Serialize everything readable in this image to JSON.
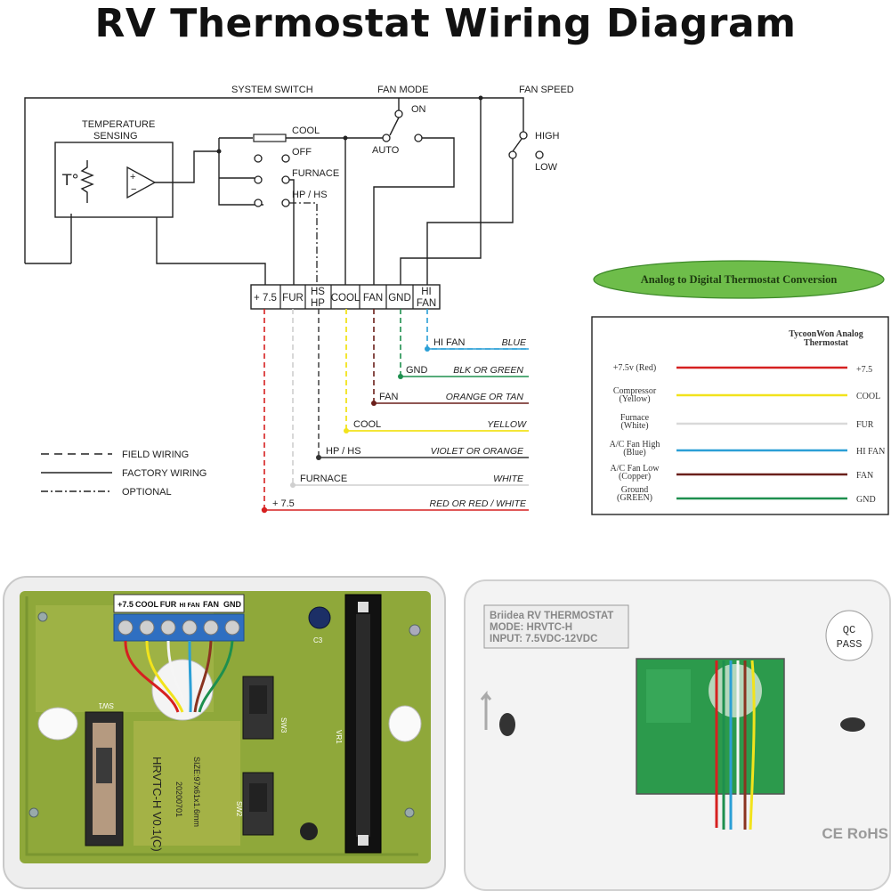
{
  "title": "RV Thermostat Wiring Diagram",
  "schematic": {
    "system_switch": "SYSTEM SWITCH",
    "fan_mode": "FAN MODE",
    "fan_speed": "FAN SPEED",
    "on": "ON",
    "auto": "AUTO",
    "high": "HIGH",
    "low": "LOW",
    "temp_sensing_1": "TEMPERATURE",
    "temp_sensing_2": "SENSING",
    "sensor_symbol": "T°",
    "cool": "COOL",
    "off": "OFF",
    "furnace": "FURNACE",
    "hp_hs": "HP / HS",
    "terminals": [
      "+ 7.5",
      "FUR",
      "HS",
      "HP",
      "COOL",
      "FAN",
      "GND",
      "HI",
      "FAN"
    ],
    "wires": [
      {
        "name": "HI   FAN",
        "color_label": "BLUE",
        "color": "#2b9fd6"
      },
      {
        "name": "GND",
        "color_label": "BLK  OR GREEN",
        "color": "#1e8f4e"
      },
      {
        "name": "FAN",
        "color_label": "ORANGE  OR  TAN",
        "color": "#6a1f1a"
      },
      {
        "name": "COOL",
        "color_label": "YELLOW",
        "color": "#f2e31c"
      },
      {
        "name": "HP / HS",
        "color_label": "VIOLET OR ORANGE",
        "color": "#333333"
      },
      {
        "name": "FURNACE",
        "color_label": "WHITE",
        "color": "#d6d6d6"
      },
      {
        "name": "+ 7.5",
        "color_label": "RED  OR  RED / WHITE",
        "color": "#d62020"
      }
    ],
    "legend": {
      "field": "FIELD WIRING",
      "factory": "FACTORY WIRING",
      "optional": "OPTIONAL"
    }
  },
  "conversion": {
    "badge": "Analog to Digital Thermostat Conversion",
    "header_1": "TycoonWon Analog",
    "header_2": "Thermostat",
    "rows": [
      {
        "left1": "+7.5v (Red)",
        "left2": "",
        "right": "+7.5",
        "color": "#d62020"
      },
      {
        "left1": "Compressor",
        "left2": "(Yellow)",
        "right": "COOL",
        "color": "#f2e31c"
      },
      {
        "left1": "Furnace",
        "left2": "(White)",
        "right": "FUR",
        "color": "#d9d9d9"
      },
      {
        "left1": "A/C Fan High",
        "left2": "(Blue)",
        "right": "HI FAN",
        "color": "#2b9fd6"
      },
      {
        "left1": "A/C Fan Low",
        "left2": "(Copper)",
        "right": "FAN",
        "color": "#6a1f1a"
      },
      {
        "left1": "Ground",
        "left2": "(GREEN)",
        "right": "GND",
        "color": "#1e8f4e"
      }
    ]
  },
  "board": {
    "terminal_labels": [
      "+7.5",
      "COOL",
      "FUR",
      "HI FAN",
      "FAN",
      "GND"
    ],
    "silk_version": "HRVTC-H  V0.1(C)",
    "silk_date": "20200701",
    "silk_size": "SIZE:97x61x1.6mm",
    "sw_labels": [
      "SW1",
      "SW3",
      "SW2",
      "VR1"
    ],
    "cap_label": "C3"
  },
  "back": {
    "label_line1": "Briidea RV THERMOSTAT",
    "label_line2": "MODE: HRVTC-H",
    "label_line3": "INPUT: 7.5VDC-12VDC",
    "qc_1": "QC",
    "qc_2": "PASS",
    "cert": "CE RoHS"
  }
}
